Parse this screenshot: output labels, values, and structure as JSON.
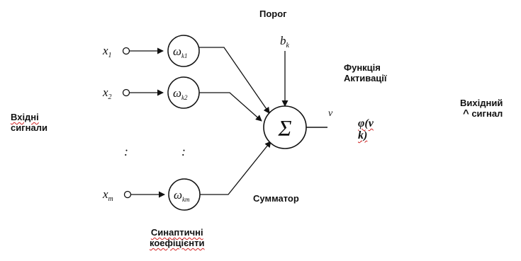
{
  "input_labels": [
    "Вхідні",
    "сигнали"
  ],
  "inputs": [
    {
      "var": "x",
      "sub": "1"
    },
    {
      "var": "x",
      "sub": "2"
    },
    {
      "var": "x",
      "sub": "m"
    }
  ],
  "weights": [
    {
      "sym": "ω",
      "sub": "k1"
    },
    {
      "sym": "ω",
      "sub": "k2"
    },
    {
      "sym": "ω",
      "sub": "km"
    }
  ],
  "ellipsis": ":",
  "threshold": {
    "label": "Порог",
    "sym": "b",
    "sub": "k"
  },
  "summator": {
    "symbol": "Σ",
    "label": "Сумматор",
    "output_var": "v"
  },
  "activation": {
    "label_line1": "Функція",
    "label_line2": "Активації",
    "formula_line1": "φ(v",
    "formula_line2": "k)"
  },
  "output": {
    "label_line1": "Вихідний",
    "label_line2": "сигнал",
    "caret": "^"
  },
  "synaptic": {
    "label_line1": "Синаптичні",
    "label_line2": "коефіцієнти"
  },
  "colors": {
    "line": "#111111",
    "squiggle": "#d02020"
  }
}
